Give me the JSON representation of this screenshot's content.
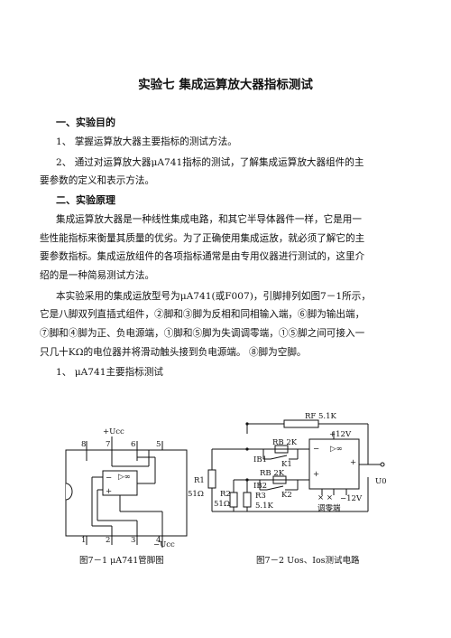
{
  "title": "实验七   集成运算放大器指标测试",
  "section1": {
    "heading": "一、实验目的",
    "items": [
      "1、   掌握运算放大器主要指标的测试方法。",
      "2、   通过对运算放大器μA741指标的测试，了解集成运算放大器组件的主",
      "要参数的定义和表示方法。"
    ]
  },
  "section2": {
    "heading": "二、实验原理",
    "para1": [
      "集成运算放大器是一种线性集成电路，和其它半导体器件一样，它是用一",
      "些性能指标来衡量其质量的优劣。为了正确使用集成运放，就必须了解它的主",
      "要参数指标。集成运放组件的各项指标通常是由专用仪器进行测试的，这里介",
      "绍的是一种简易测试方法。"
    ],
    "para2": [
      "本实验采用的集成运放型号为μA741(或F007)，引脚排列如图7－1所示，",
      "它是八脚双列直插式组件，②脚和③脚为反相和同相输入端，⑥脚为输出端，",
      "⑦脚和④脚为正、负电源端，①脚和⑤脚为失调调零端，①⑤脚之间可接入一",
      "只几十KΩ的电位器并将滑动触头接到负电源端。  ⑧脚为空脚。"
    ],
    "sub1": "1、  μA741主要指标测试"
  },
  "figure1": {
    "caption": "图7－1   μA741管脚图",
    "top_pins": [
      "8",
      "7",
      "6",
      "5"
    ],
    "bottom_pins": [
      "1",
      "2",
      "3",
      "4"
    ],
    "vcc_pos": "+Ucc",
    "vcc_neg": "−Ucc",
    "minus": "−",
    "plus": "+",
    "inf": "▷∞"
  },
  "figure2": {
    "caption": "图7－2   Uos、Ios测试电路",
    "rf": "RF 5.1K",
    "vplus": "+12V",
    "vminus": "−12V",
    "rb1": "RB 2K",
    "rb2": "RB 2K",
    "k1": "K1",
    "k2": "K2",
    "ib1": "IB1",
    "ib2": "IB2",
    "r1": "R1",
    "r1v": "51Ω",
    "r2": "R2",
    "r2v": "51Ω",
    "r3": "R3",
    "r3v": "5.1K",
    "u0": "U0",
    "adjust": "调零端",
    "xx": "× ×",
    "minus": "−",
    "plus": "+",
    "inf": "▷∞"
  }
}
